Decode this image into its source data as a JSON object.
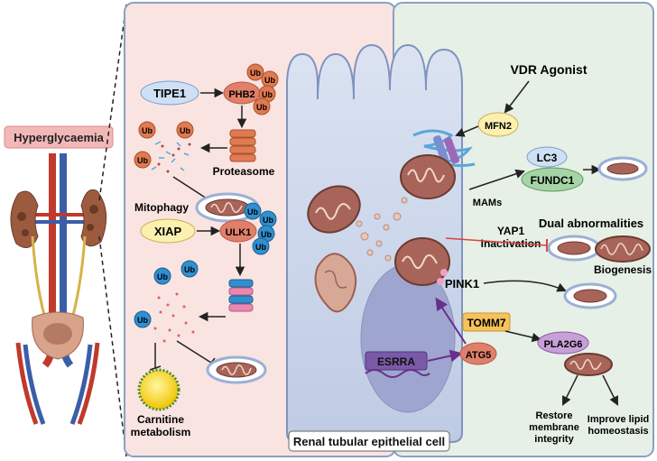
{
  "left": {
    "condition_label": "Hyperglycaemia"
  },
  "left_panel": {
    "tipe1": "TIPE1",
    "phb2": "PHB2",
    "ub": "Ub",
    "proteasome": "Proteasome",
    "mitophagy": "Mitophagy",
    "xiap": "XIAP",
    "ulk1": "ULK1",
    "carnitine_line1": "Carnitine",
    "carnitine_line2": "metabolism"
  },
  "cell": {
    "title": "Renal tubular epithelial cell",
    "mams": "MAMs",
    "esrra": "ESRRA",
    "atg5": "ATG5"
  },
  "right_panel": {
    "vdr_agonist": "VDR Agonist",
    "mfn2": "MFN2",
    "lc3": "LC3",
    "fundc1": "FUNDC1",
    "dual_abnormalities": "Dual abnormalities",
    "yap1_line1": "YAP1",
    "yap1_line2": "Inactivation",
    "biogenesis": "Biogenesis",
    "pink1": "PINK1",
    "tomm7": "TOMM7",
    "pla2g6": "PLA2G6",
    "restore_line1": "Restore",
    "restore_line2": "membrane",
    "restore_line3": "integrity",
    "improve_line1": "Improve lipid",
    "improve_line2": "homeostasis"
  },
  "colors": {
    "left_panel_bg": "#f9e4e2",
    "right_panel_bg": "#e6f0e6",
    "cell_fill": "#cdd8ec",
    "ub_orange": "#e07a50",
    "ub_blue": "#2f8fd0",
    "mito_brown": "#a9645a",
    "inhibit_red": "#e04040"
  }
}
